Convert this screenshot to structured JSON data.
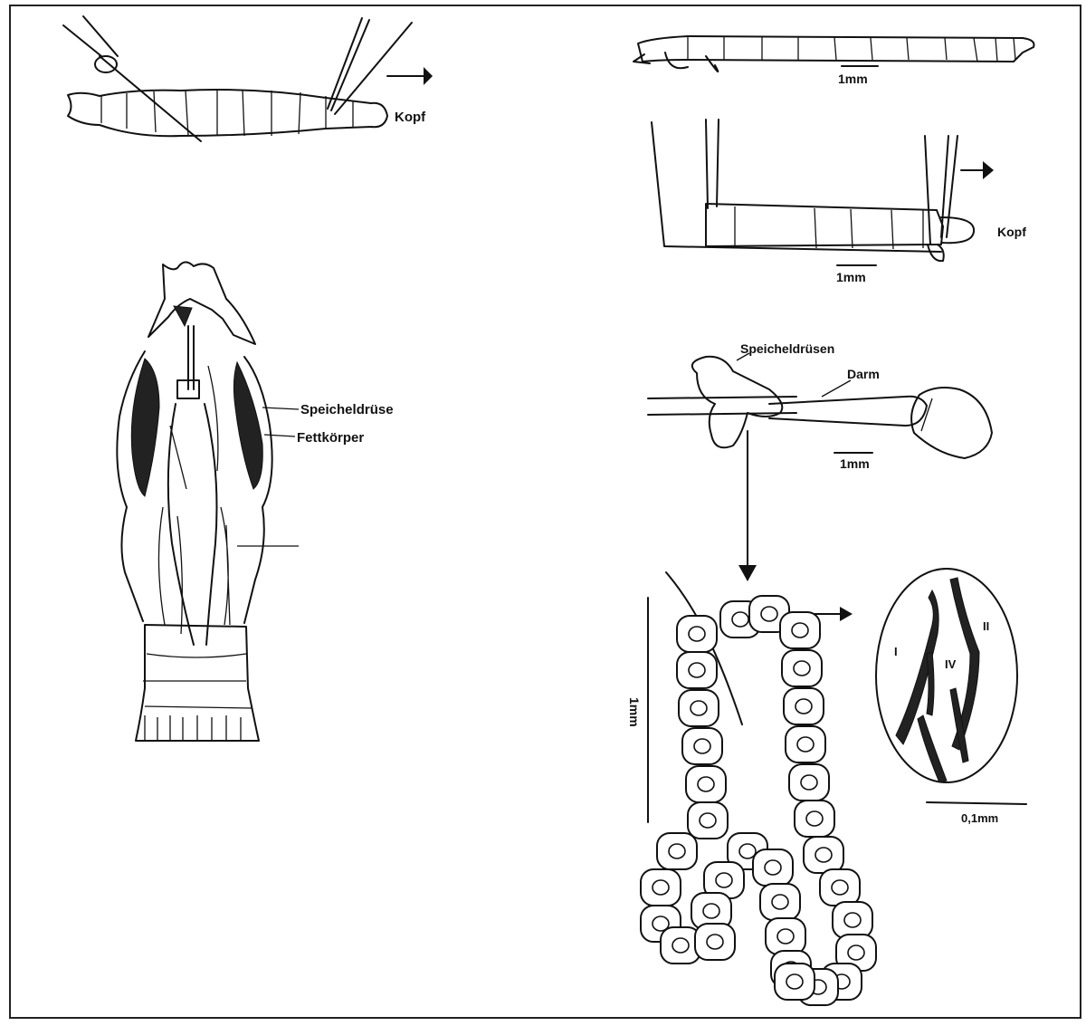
{
  "labels": {
    "kopf_top_left": "Kopf",
    "kopf_right_mid": "Kopf",
    "scale_top_right": "1mm",
    "scale_right_mid": "1mm",
    "speicheldruse_left": "Speicheldrüse",
    "fettkorper": "Fettkörper",
    "speicheldrusen_right": "Speicheldrüsen",
    "darm": "Darm",
    "scale_gut": "1mm",
    "scale_gland_vertical": "1mm",
    "roman_i": "I",
    "roman_ii": "II",
    "roman_iv": "IV",
    "scale_chromosome": "0,1mm"
  },
  "colors": {
    "ink": "#111111",
    "paper": "#ffffff",
    "border": "#222222"
  }
}
